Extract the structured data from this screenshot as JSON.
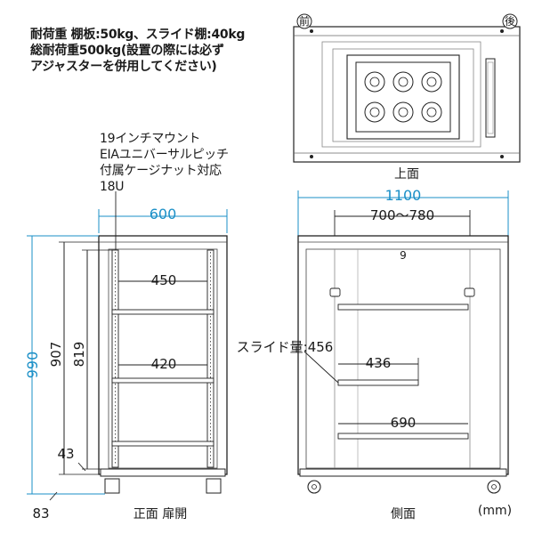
{
  "notes": {
    "load_capacity": "耐荷重 棚板:50kg、スライド棚:40kg\n総耐荷重500kg(設置の際には必ず\nアジャスターを併用してください)",
    "mount_info": "19インチマウント\nEIAユニバーサルピッチ\n付属ケージナット対応\n18U"
  },
  "top_view": {
    "front_marker": "前",
    "back_marker": "後",
    "caption": "上面"
  },
  "front_view": {
    "width": "600",
    "height_total": "990",
    "height_907": "907",
    "height_819": "819",
    "inner_450": "450",
    "inner_420": "420",
    "base_43": "43",
    "caster_83": "83",
    "caption": "正面 扉開"
  },
  "side_view": {
    "depth": "1100",
    "rail_range": "700〜780",
    "slide_label": "スライド量:456",
    "shelf_436": "436",
    "shelf_690": "690",
    "top_mark": "9",
    "caption": "側面",
    "unit": "(mm)"
  },
  "colors": {
    "dimension_blue": "#1a8fc7",
    "line": "#1a1a1a"
  }
}
